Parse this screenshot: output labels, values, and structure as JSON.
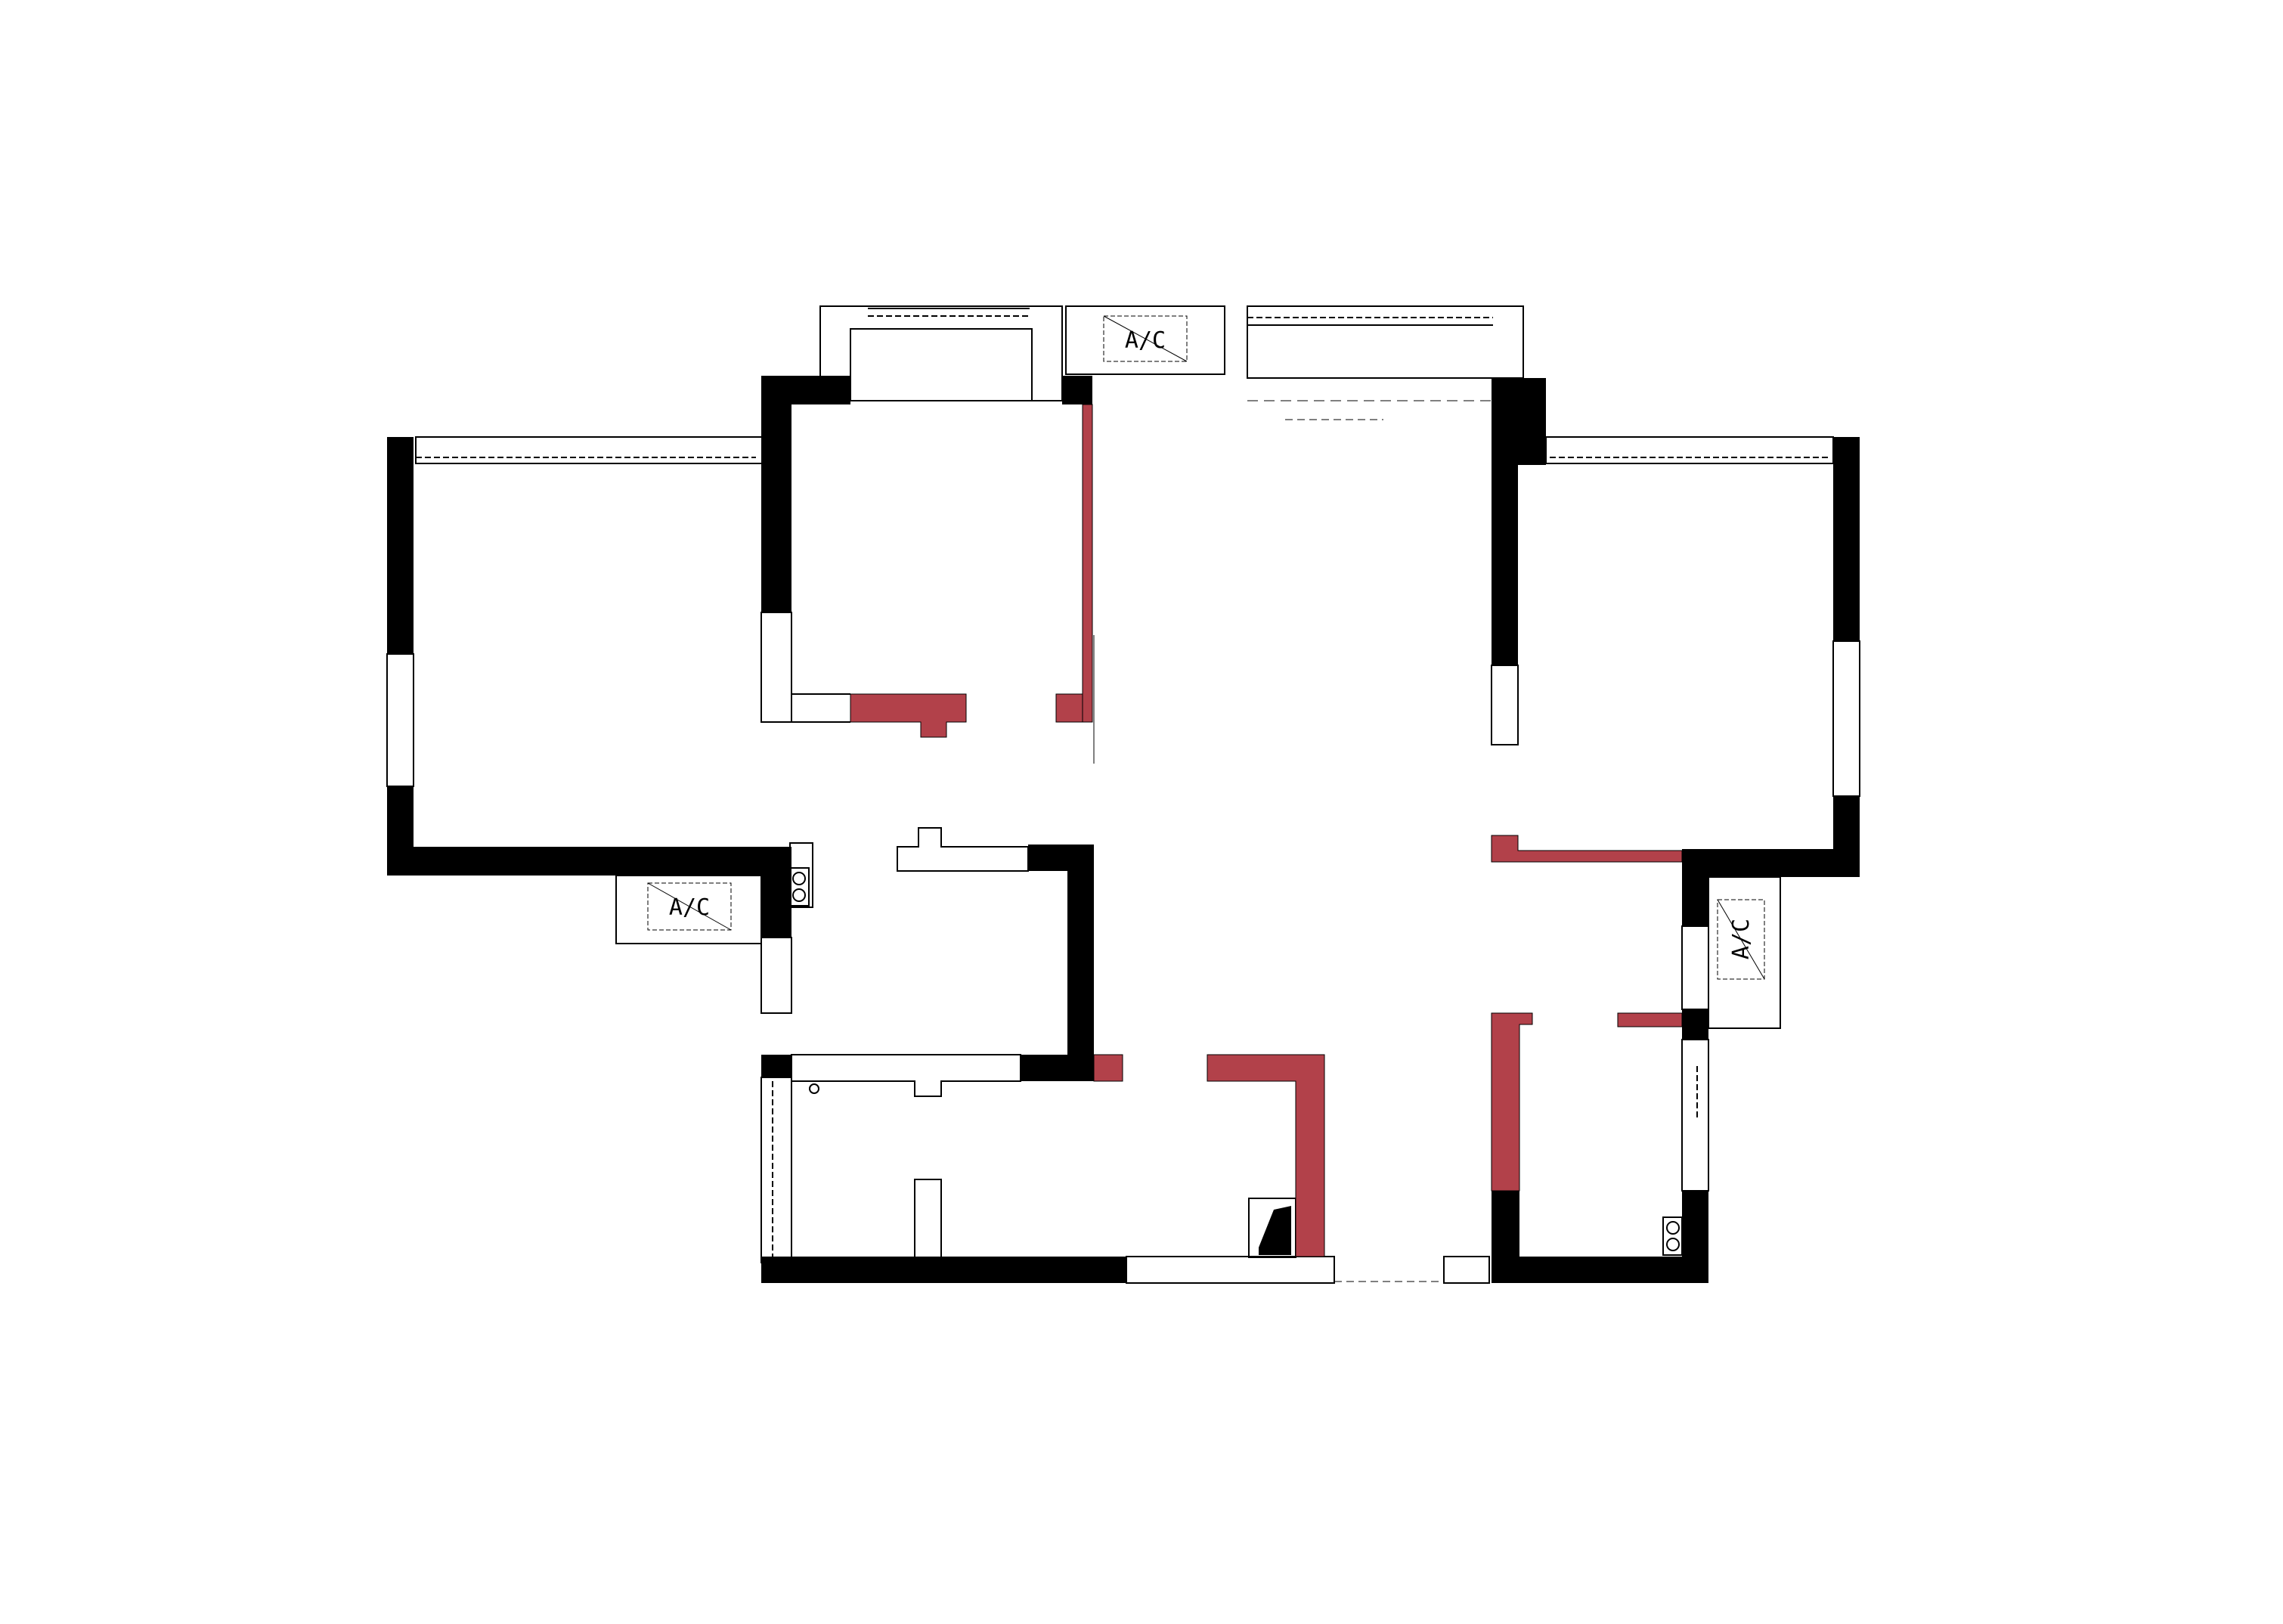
{
  "floor_plan": {
    "colors": {
      "load_bearing_wall": "#000000",
      "new_wall": "#b2414a",
      "outline": "#000000",
      "background": "#ffffff"
    },
    "ac_units": [
      {
        "id": "ac-top",
        "label": "A/C"
      },
      {
        "id": "ac-left",
        "label": "A/C"
      },
      {
        "id": "ac-right",
        "label": "A/C"
      }
    ]
  }
}
